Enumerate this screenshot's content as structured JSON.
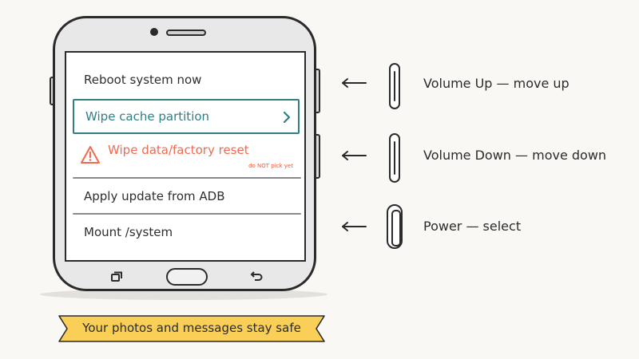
{
  "menu": {
    "items": [
      {
        "label": "Reboot system now"
      },
      {
        "label": "Wipe cache partition",
        "selected": true
      },
      {
        "label": "Wipe data/factory reset",
        "warning": true,
        "note": "do NOT pick yet"
      },
      {
        "label": "Apply update from ADB"
      },
      {
        "label": "Mount /system"
      }
    ]
  },
  "controls": [
    {
      "label": "Volume Up — move up",
      "icon": "volume-up-button-icon"
    },
    {
      "label": "Volume Down — move down",
      "icon": "volume-down-button-icon"
    },
    {
      "label": "Power — select",
      "icon": "power-button-icon"
    }
  ],
  "banner": {
    "text": "Your photos and messages stay safe"
  },
  "colors": {
    "selected": "#2f7f86",
    "warning": "#ef6a4f",
    "banner": "#f9cf57",
    "background": "#faf8f5"
  }
}
